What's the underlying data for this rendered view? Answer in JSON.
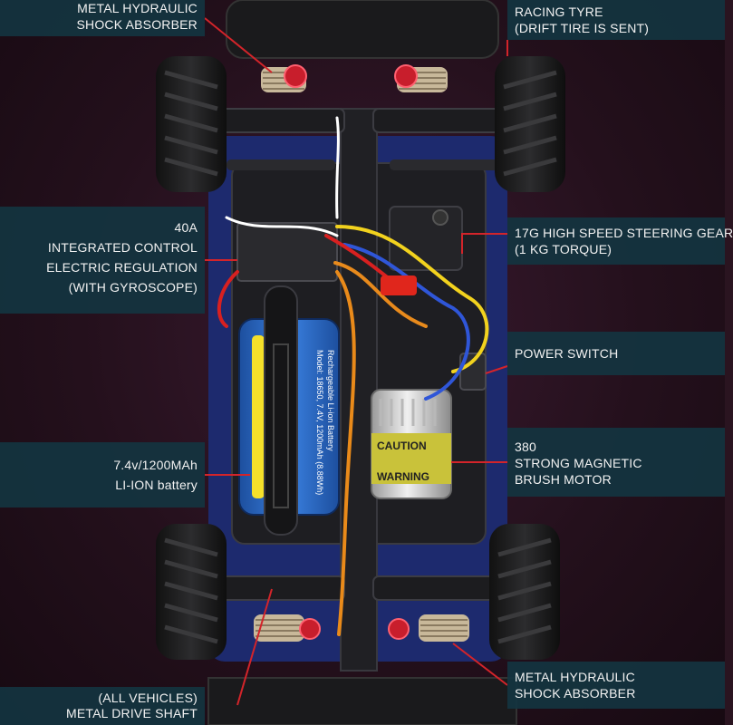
{
  "labels": {
    "front_shock": [
      "METAL HYDRAULIC",
      "SHOCK ABSORBER"
    ],
    "racing_tyre": [
      "RACING TYRE",
      "(DRIFT TIRE IS SENT)"
    ],
    "control": [
      "40A",
      "INTEGRATED CONTROL",
      "ELECTRIC REGULATION",
      "(WITH GYROSCOPE)"
    ],
    "steering": [
      "17G HIGH SPEED STEERING GEAR",
      "(1 KG TORQUE)"
    ],
    "power_switch": [
      "POWER SWITCH"
    ],
    "battery": [
      "7.4v/1200MAh",
      "LI-ION battery"
    ],
    "motor": [
      "380",
      "STRONG MAGNETIC",
      "BRUSH MOTOR"
    ],
    "rear_shock": [
      "METAL HYDRAULIC",
      "SHOCK ABSORBER"
    ],
    "drive_shaft": [
      "(ALL VEHICLES)",
      "METAL DRIVE SHAFT"
    ]
  },
  "battery_print": [
    "Model: 18650, 7.4V, 1200mAh (8.88Wh)",
    "Rechargeable Li-ion Battery"
  ],
  "motor_print": [
    "CAUTION",
    "WARNING"
  ],
  "colors": {
    "panel": "#143440",
    "leader": "#d3242a",
    "battery": "#2d6fd0",
    "chassis": "#1e1e22"
  }
}
